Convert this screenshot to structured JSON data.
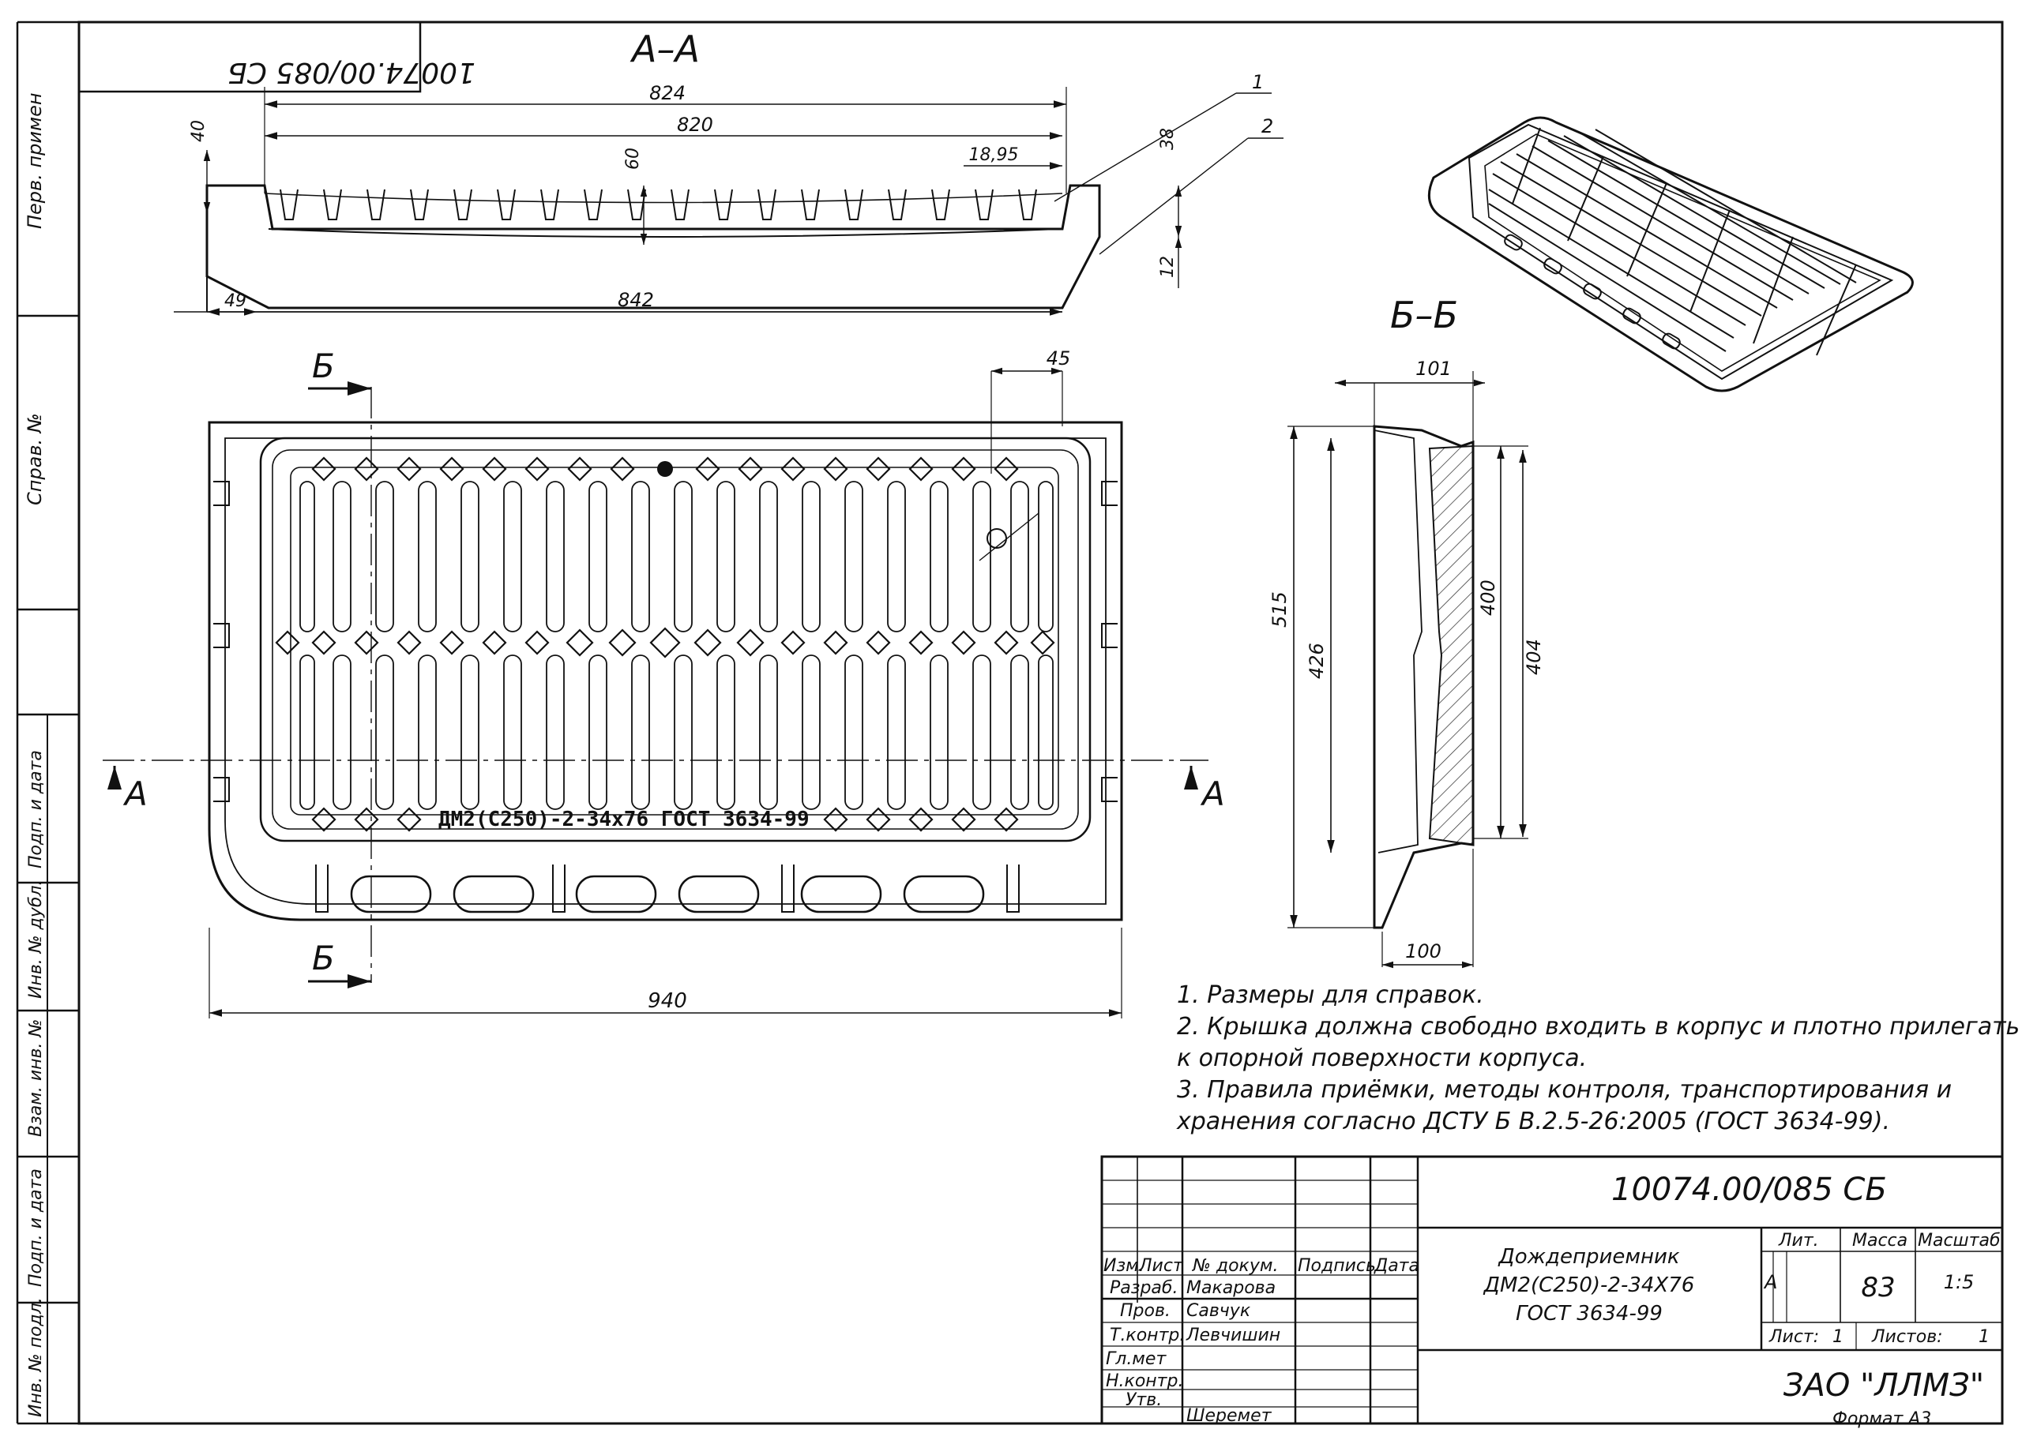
{
  "drawing_number": "10074.00/085 СБ",
  "side_strip": {
    "perv_primen": "Перв. примен",
    "sprav_no": "Справ. №",
    "podp_data_1": "Подп. и дата",
    "inv_dubl": "Инв. № дубл.",
    "vzam_inv": "Взам. инв. №",
    "podp_data_2": "Подп. и дата",
    "inv_podl": "Инв. № подл."
  },
  "section_aa": {
    "title": "А–А",
    "dims": {
      "d824": "824",
      "d820": "820",
      "d1895": "18,95",
      "d40": "40",
      "d60": "60",
      "d38": "38",
      "d12": "12",
      "d49": "49",
      "d842": "842"
    },
    "leaders": [
      "1",
      "2"
    ]
  },
  "plan": {
    "section_b_label": "Б",
    "section_a_label": "А",
    "dim_45": "45",
    "dim_940": "940",
    "marking": "ДМ2(С250)-2-34х76 ГОСТ 3634-99"
  },
  "section_bb": {
    "title": "Б–Б",
    "dims": {
      "d101": "101",
      "d515": "515",
      "d426": "426",
      "d400": "400",
      "d404": "404",
      "d100": "100"
    }
  },
  "notes": [
    "1.    Размеры для справок.",
    "2.    Крышка должна свободно входить в корпус и плотно прилегать",
    "к опорной поверхности корпуса.",
    "3.    Правила приёмки, методы контроля, транспортирования и",
    "хранения согласно ДСТУ Б В.2.5-26:2005 (ГОСТ 3634-99)."
  ],
  "title_block": {
    "designation": "10074.00/085 СБ",
    "product_name": [
      "Дождеприемник",
      "ДМ2(С250)-2-34Х76",
      "ГОСТ 3634-99"
    ],
    "headers": {
      "izm": "Изм.",
      "list": "Лист",
      "doc_no": "№  докум.",
      "podpis": "Подпись",
      "data": "Дата"
    },
    "roles": [
      {
        "role": "Разраб.",
        "name": "Макарова"
      },
      {
        "role": "Пров.",
        "name": "Савчук"
      },
      {
        "role": "Т.контр.",
        "name": "Левчишин"
      },
      {
        "role": "Гл.мет",
        "name": ""
      },
      {
        "role": "Н.контр.",
        "name": ""
      },
      {
        "role": "Утв.",
        "name": "Шеремет"
      }
    ],
    "lit_label": "Лит.",
    "massa_label": "Масса",
    "masshtab_label": "Масштаб",
    "lit_value": "А",
    "massa_value": "83",
    "masshtab_value": "1:5",
    "list_label": "Лист:",
    "list_value": "1",
    "listov_label": "Листов:",
    "listov_value": "1",
    "company": "ЗАО \"ЛЛМЗ\"",
    "format": "Формат  А3"
  }
}
